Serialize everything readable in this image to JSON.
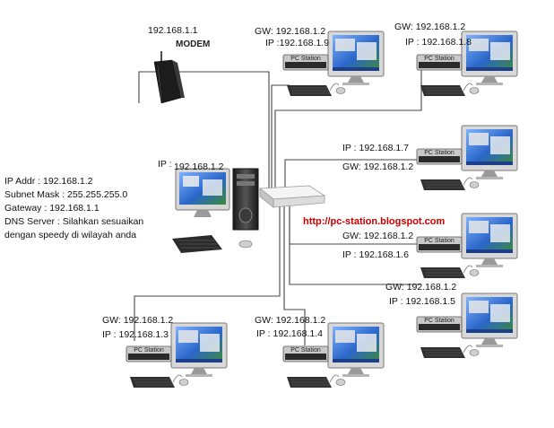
{
  "modem": {
    "ip": "192.168.1.1",
    "title": "MODEM"
  },
  "server": {
    "ip_label": "IP :",
    "ip": "192.168.1.2",
    "info": [
      "IP Addr : 192.168.1.2",
      "Subnet Mask : 255.255.255.0",
      "Gateway : 192.168.1.1",
      "DNS Server : Silahkan sesuaikan",
      "dengan speedy di wilayah anda"
    ]
  },
  "website": "http://pc-station.blogspot.com",
  "clients": [
    {
      "gw": "GW: 192.168.1.2",
      "ip": "IP :192.168.1.9",
      "station": "PC Station"
    },
    {
      "gw": "GW: 192.168.1.2",
      "ip": "IP : 192.168.1.8",
      "station": "PC Station"
    },
    {
      "ip": "IP : 192.168.1.7",
      "gw": "GW: 192.168.1.2",
      "station": "PC Station"
    },
    {
      "gw": "GW: 192.168.1.2",
      "ip": "IP :  192.168.1.6",
      "station": "PC Station"
    },
    {
      "gw": "GW: 192.168.1.2",
      "ip": "IP :  192.168.1.5",
      "station": "PC Station"
    },
    {
      "gw": "GW: 192.168.1.2",
      "ip": "IP :   192.168.1.3",
      "station": "PC Station"
    },
    {
      "gw": "GW: 192.168.1.2",
      "ip": "IP :  192.168.1.4",
      "station": "PC Station"
    }
  ],
  "colors": {
    "cable": "#444444",
    "screen": "#2a66c9",
    "url": "#cc0000"
  }
}
